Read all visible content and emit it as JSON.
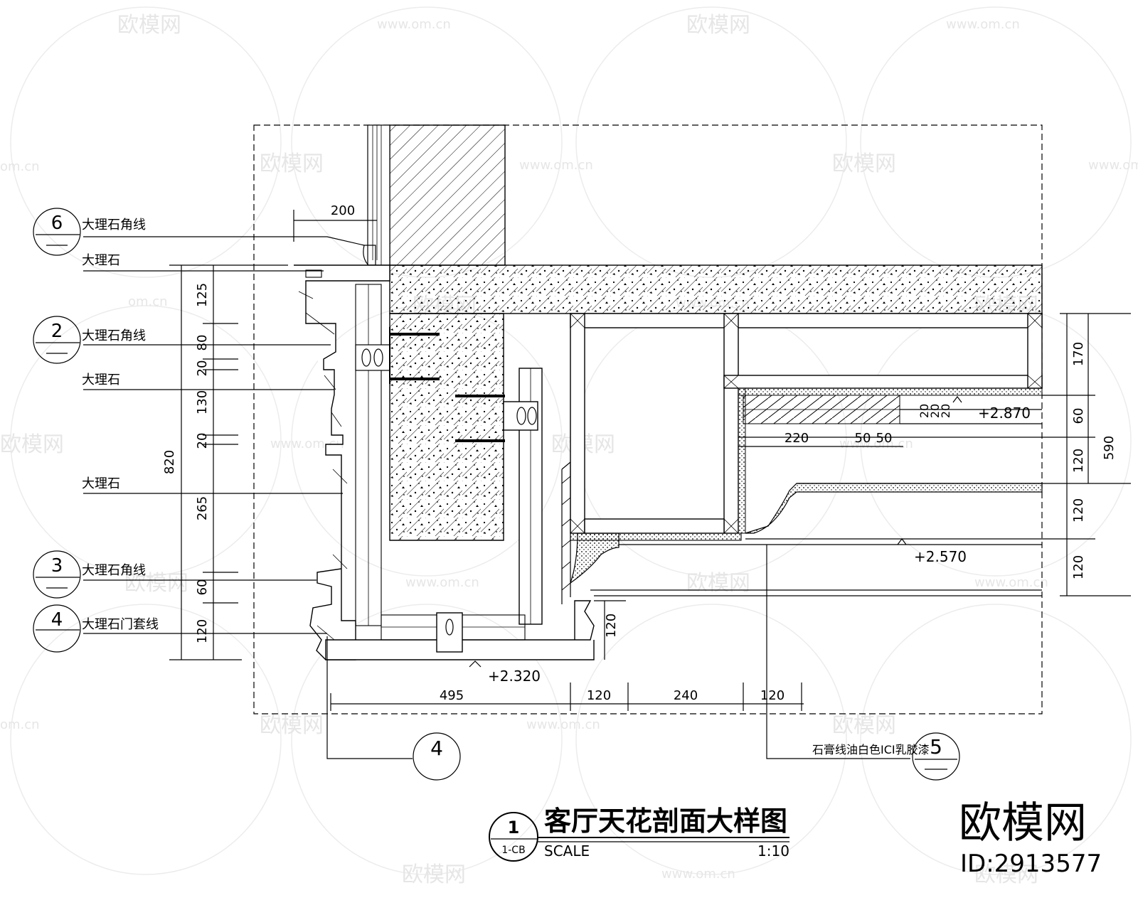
{
  "title": "客厅天花剖面大样图",
  "scale": {
    "label": "SCALE",
    "value": "1:10"
  },
  "title_symbol": {
    "number": "1",
    "ref": "1-CB"
  },
  "watermark": {
    "brand": "欧模网",
    "url": "www.om.cn",
    "short": "om.cn"
  },
  "site_logo": "欧模网",
  "site_id": "ID:2913577",
  "callouts": [
    {
      "number": "6",
      "label": "大理石角线"
    },
    {
      "number": "",
      "label": "大理石"
    },
    {
      "number": "2",
      "label": "大理石角线"
    },
    {
      "number": "",
      "label": "大理石"
    },
    {
      "number": "",
      "label": "大理石"
    },
    {
      "number": "3",
      "label": "大理石角线"
    },
    {
      "number": "4",
      "label": "大理石门套线"
    }
  ],
  "bottom_callouts": [
    {
      "number": "4",
      "label": ""
    },
    {
      "number": "5",
      "label": "石膏线油白色ICI乳胶漆"
    }
  ],
  "levels": [
    "+2.870",
    "+2.570",
    "+2.320"
  ],
  "dims_left": {
    "total": "820",
    "parts": [
      "125",
      "80",
      "20",
      "130",
      "20",
      "265",
      "60",
      "120"
    ]
  },
  "dims_right": {
    "total": "590",
    "parts": [
      "170",
      "60",
      "120",
      "120",
      "120"
    ]
  },
  "dims_bottom": [
    "495",
    "120",
    "240",
    "120"
  ],
  "dims_top": [
    "200"
  ],
  "dims_misc": [
    "20",
    "20",
    "20",
    "220",
    "50",
    "50",
    "120"
  ]
}
